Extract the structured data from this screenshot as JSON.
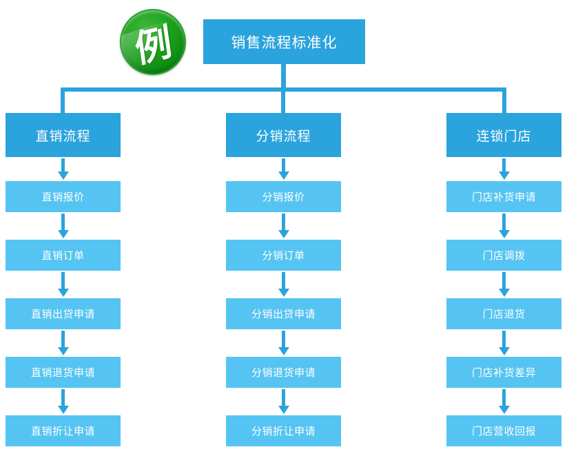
{
  "badge": {
    "label": "例"
  },
  "root": {
    "label": "销售流程标准化"
  },
  "columns": [
    {
      "header": "直销流程",
      "items": [
        "直销报价",
        "直销订单",
        "直销出贷申请",
        "直销退货申请",
        "直销折让申请"
      ]
    },
    {
      "header": "分销流程",
      "items": [
        "分销报价",
        "分销订单",
        "分销出贷申请",
        "分销退货申请",
        "分销折让申请"
      ]
    },
    {
      "header": "连锁门店",
      "items": [
        "门店补货申请",
        "门店调拨",
        "门店退货",
        "门店补货差异",
        "门店营收回报"
      ]
    }
  ],
  "colors": {
    "primary_blue": "#2BA3DC",
    "light_blue": "#55C4F2",
    "badge_green": "#169A16"
  }
}
